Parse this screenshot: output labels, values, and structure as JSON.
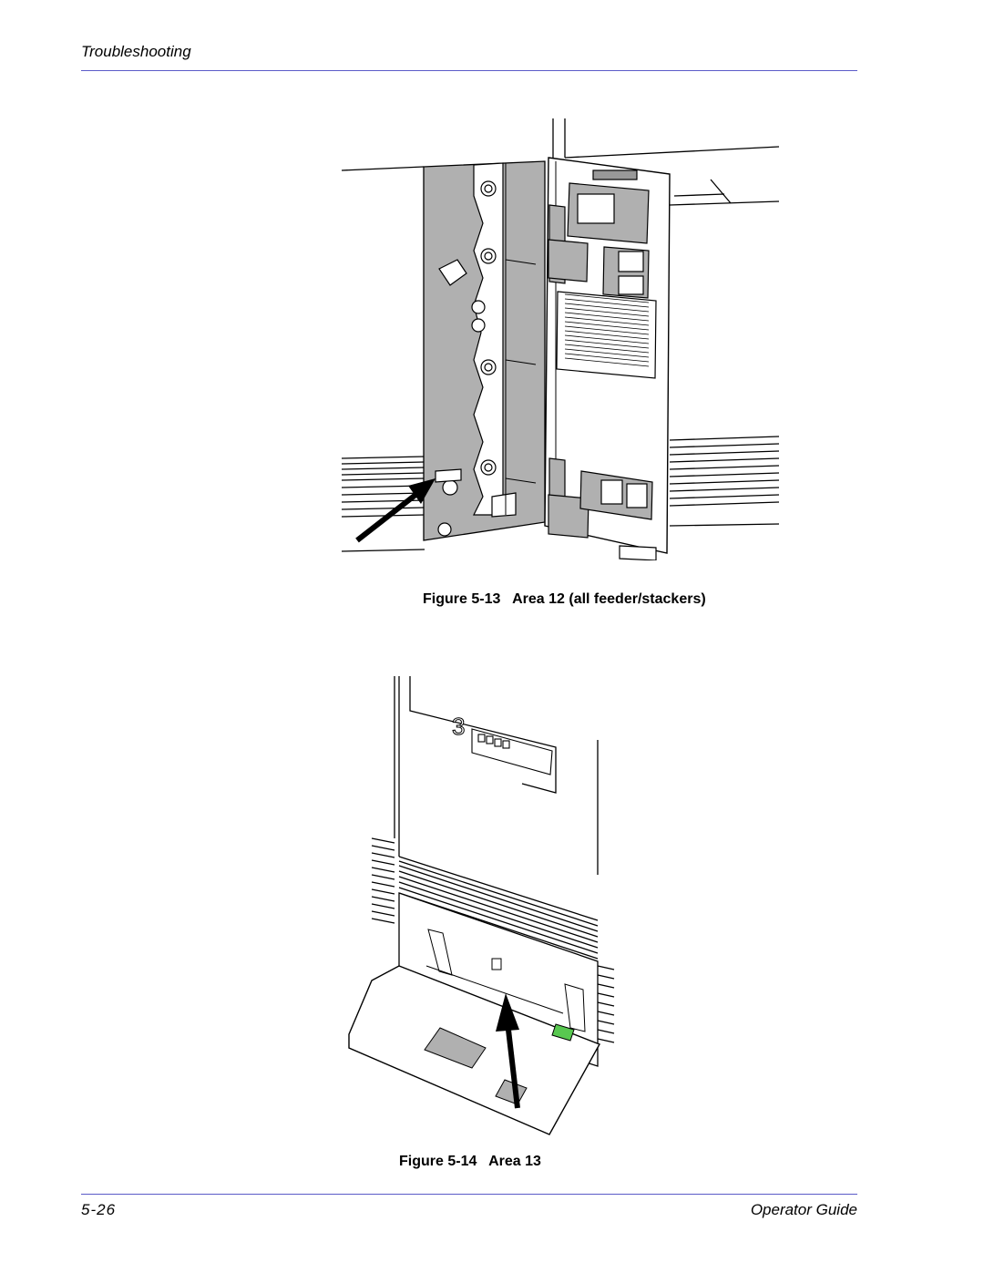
{
  "header": {
    "section_title": "Troubleshooting"
  },
  "figures": [
    {
      "caption": "Figure 5-13   Area 12 (all feeder/stackers)"
    },
    {
      "caption": "Figure 5-14   Area 13",
      "panel_number": "3"
    }
  ],
  "footer": {
    "page_number": "5-26",
    "doc_title": "Operator Guide"
  },
  "colors": {
    "rule": "#5b5bc8",
    "panel_gray": "#b0b0b0",
    "green_handle": "#58c850"
  }
}
